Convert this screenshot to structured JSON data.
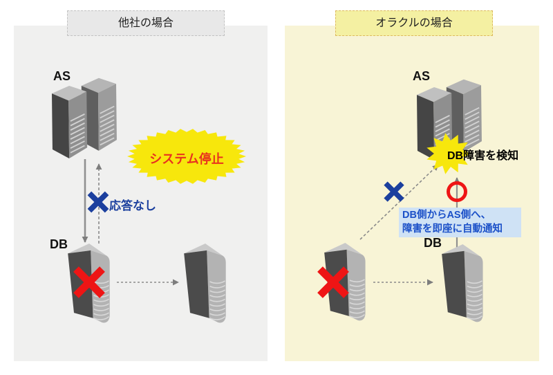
{
  "left_panel": {
    "title": "他社の場合",
    "as_label": "AS",
    "db_label": "DB",
    "alert_burst": "システム停止",
    "no_response": "応答なし"
  },
  "right_panel": {
    "title": "オラクルの場合",
    "as_label": "AS",
    "db_label": "DB",
    "detect_burst": "DB障害を検知",
    "notice_line1": "DB側からAS側へ、",
    "notice_line2": "障害を即座に自動通知"
  },
  "icons": {
    "as_server": "isometric-tower-server-pair",
    "db_server": "isometric-server-unit",
    "failure_mark": "red-x-icon",
    "blocked_mark": "blue-x-icon",
    "success_mark": "red-circle-outline-icon"
  },
  "colors": {
    "left_panel_bg": "#f0f0ef",
    "left_header_bg": "#e8e8e8",
    "right_panel_bg": "#f8f4d6",
    "right_header_bg": "#f4f0a2",
    "burst_yellow": "#f7e70c",
    "alert_red": "#e8321e",
    "link_blue": "#1b3f9e",
    "notice_bg": "#cfe2f5",
    "notice_text": "#1b50c8",
    "fail_red": "#ee1515"
  }
}
